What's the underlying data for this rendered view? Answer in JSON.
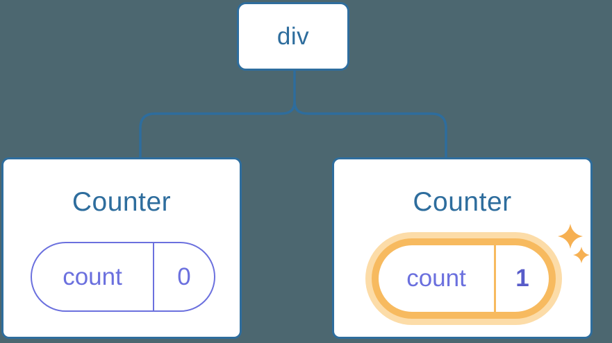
{
  "diagram": {
    "type": "react-component-tree",
    "colors": {
      "background": "#4C6770",
      "node_fill": "#FFFFFF",
      "node_border_blue": "#2E6D9D",
      "connector_blue": "#2E6D9D",
      "state_purple": "#6B70DE",
      "state_value_bold_purple": "#585CC9",
      "highlight_orange": "#F7BA5F",
      "highlight_orange_glow": "#FCDCA8",
      "sparkle_orange": "#F6B052"
    },
    "root": {
      "label": "div"
    },
    "counters": [
      {
        "title": "Counter",
        "state_key": "count",
        "state_value": "0",
        "highlighted": false
      },
      {
        "title": "Counter",
        "state_key": "count",
        "state_value": "1",
        "highlighted": true,
        "icon": "sparkles-icon"
      }
    ]
  }
}
